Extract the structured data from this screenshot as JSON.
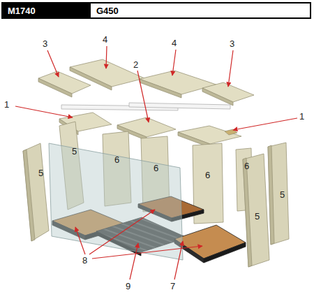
{
  "diagram": {
    "nodes": [
      {
        "text": [
          "M1740"
        ]
      },
      {
        "text": [
          "G450"
        ]
      }
    ],
    "labels": [
      "3",
      "4",
      "4",
      "3",
      "2",
      "1",
      "1",
      "5",
      "5",
      "6",
      "6",
      "6",
      "6",
      "5",
      "5",
      "8",
      "9",
      "7"
    ]
  }
}
